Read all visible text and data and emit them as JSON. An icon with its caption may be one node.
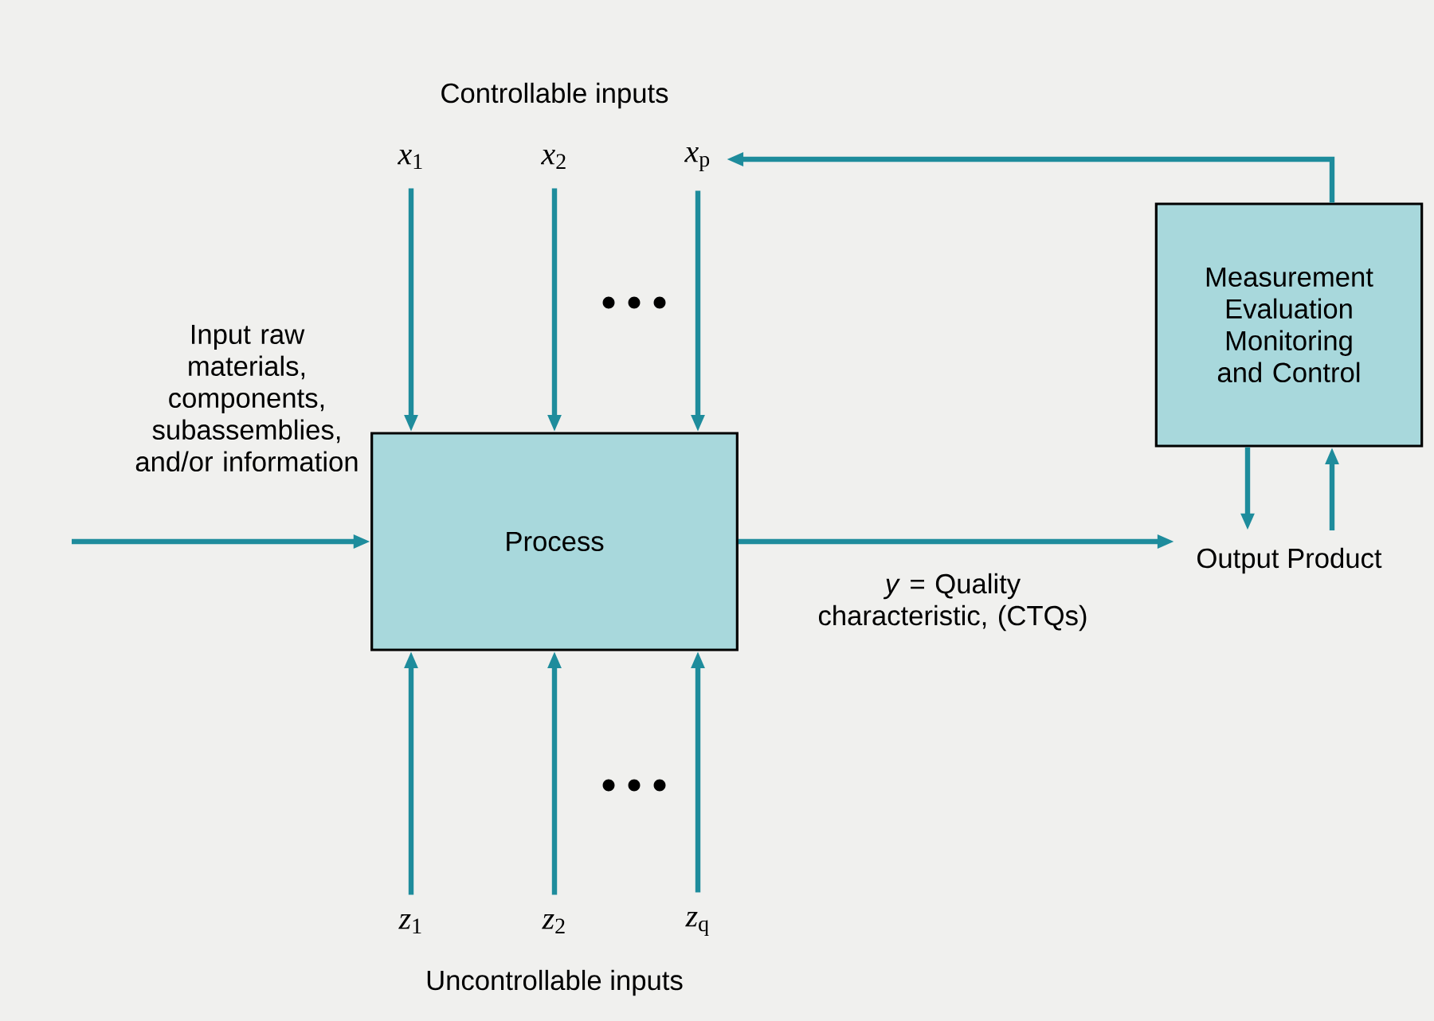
{
  "diagram": {
    "nodes": [
      {
        "text": [
          "Process"
        ]
      },
      {
        "text": [
          "Measurement Evaluation Monitoring and Control"
        ]
      },
      {
        "text": [
          "*x*$_{1}$"
        ]
      },
      {
        "text": [
          "*x*$_{2}$"
        ]
      },
      {
        "text": [
          "*x*$_{p}$"
        ]
      },
      {
        "text": [
          "*z*$_{1}$"
        ]
      },
      {
        "text": [
          "*z*$_{2}$"
        ]
      },
      {
        "text": [
          "*z*$_{q}$"
        ]
      },
      {
        "text": [
          "Output Product"
        ]
      }
    ],
    "edges": [
      {
        "from": null,
        "to": 0,
        "arrow": "to",
        "label": "Input raw materials, components, subassemblies, and/or information"
      },
      {
        "from": 2,
        "to": 0,
        "arrow": "to"
      },
      {
        "from": 3,
        "to": 0,
        "arrow": "to"
      },
      {
        "from": 4,
        "to": 0,
        "arrow": "to"
      },
      {
        "from": 5,
        "to": 0,
        "arrow": "to"
      },
      {
        "from": 6,
        "to": 0,
        "arrow": "to"
      },
      {
        "from": 7,
        "to": 0,
        "arrow": "to"
      },
      {
        "from": 0,
        "to": 8,
        "arrow": "to",
        "label": "*y* = Quality characteristic, (CTQs)"
      },
      {
        "from": 1,
        "to": 8,
        "arrow": "to"
      },
      {
        "from": 8,
        "to": 1,
        "arrow": "to"
      },
      {
        "from": 1,
        "to": 4,
        "arrow": "to"
      }
    ],
    "labels": [
      "Controllable inputs",
      "Uncontrollable inputs"
    ]
  }
}
